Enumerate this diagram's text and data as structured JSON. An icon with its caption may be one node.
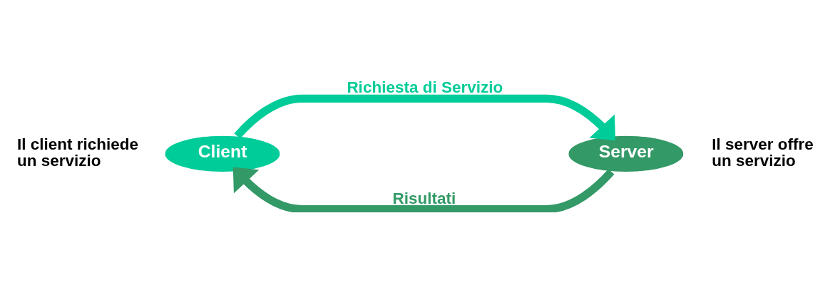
{
  "diagram": {
    "nodes": [
      {
        "text": [
          "Client"
        ],
        "beside": [
          "Il client richiede un servizio"
        ]
      },
      {
        "text": [
          "Server"
        ],
        "beside": [
          "Il server offre un servizio"
        ]
      }
    ],
    "edges": [
      {
        "from": 0,
        "to": 1,
        "arrow": "to",
        "label": "Richiesta di Servizio",
        "color": "#00cc99"
      },
      {
        "from": 1,
        "to": 0,
        "arrow": "to",
        "label": "Risultati",
        "color": "#339966"
      }
    ]
  }
}
